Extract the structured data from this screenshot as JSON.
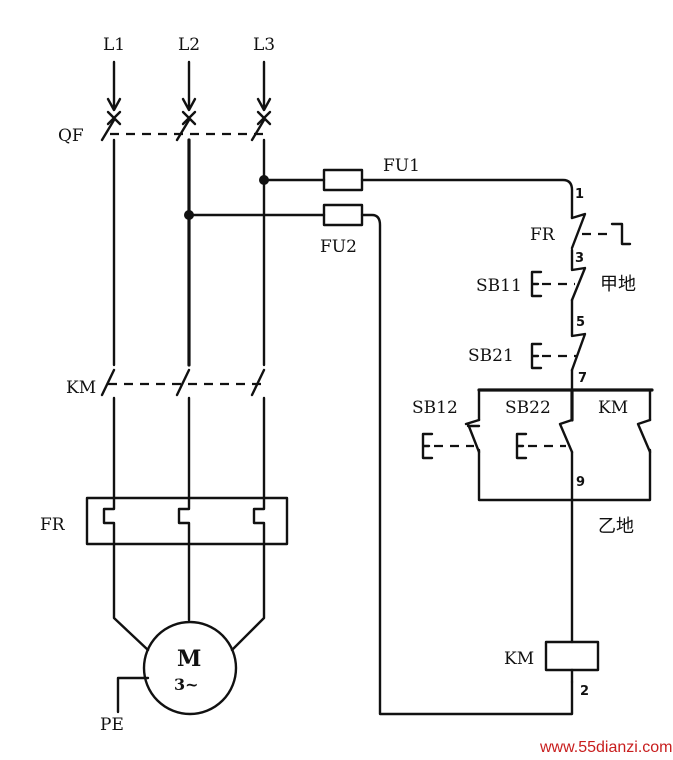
{
  "labels": {
    "l1": "L1",
    "l2": "L2",
    "l3": "L3",
    "qf": "QF",
    "fu1": "FU1",
    "fu2": "FU2",
    "km_main": "KM",
    "fr_main": "FR",
    "pe": "PE",
    "motor_m": "M",
    "motor_phase": "3~",
    "fr_ctrl": "FR",
    "sb11": "SB11",
    "loc_a": "甲地",
    "sb21": "SB21",
    "sb12": "SB12",
    "sb22": "SB22",
    "km_aux": "KM",
    "loc_b": "乙地",
    "km_coil": "KM"
  },
  "nodes": {
    "n1": "1",
    "n3": "3",
    "n5": "5",
    "n7": "7",
    "n9": "9",
    "n2": "2"
  },
  "watermark": "www.55dianzi.com"
}
